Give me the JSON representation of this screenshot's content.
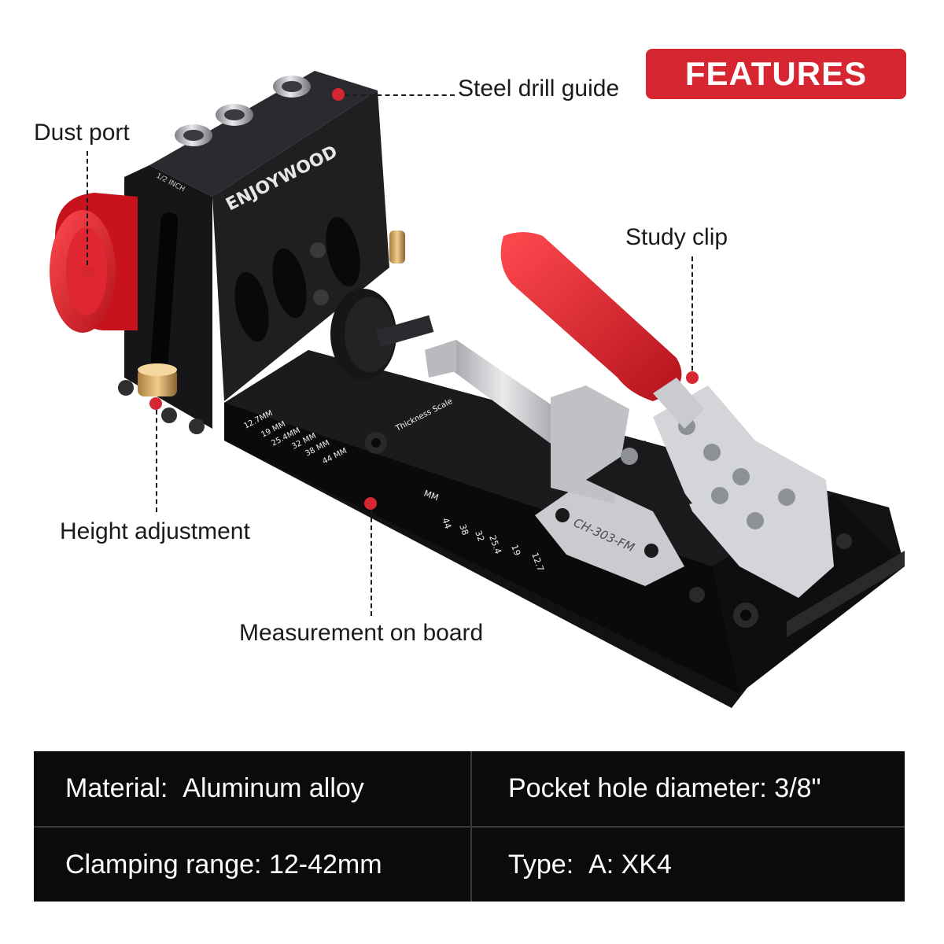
{
  "badge": {
    "label": "FEATURES"
  },
  "callouts": {
    "steel_drill_guide": "Steel drill guide",
    "dust_port": "Dust port",
    "study_clip": "Study clip",
    "height_adjustment": "Height adjustment",
    "measurement_on_board": "Measurement on board"
  },
  "product": {
    "brand": "ENJOYWOOD",
    "inch_mark": "1/2 INCH",
    "left_scale": [
      "12.7MM",
      "19 MM",
      "25.4MM",
      "32 MM",
      "38 MM",
      "44 MM"
    ],
    "thickness_label": "Thickness Scale",
    "mm_label": "MM",
    "front_scale": [
      "44",
      "38",
      "32",
      "25.4",
      "19",
      "12.7"
    ],
    "clamp_model": "CH-303-FM"
  },
  "specs": [
    {
      "label": "Material:",
      "value": "Aluminum alloy"
    },
    {
      "label": "Pocket hole diameter:",
      "value": "3/8\""
    },
    {
      "label": "Clamping range:",
      "value": "12-42mm"
    },
    {
      "label": "Type:",
      "value": "A: XK4"
    }
  ],
  "colors": {
    "accent": "#d62631",
    "table_bg": "#0b0b0c"
  }
}
